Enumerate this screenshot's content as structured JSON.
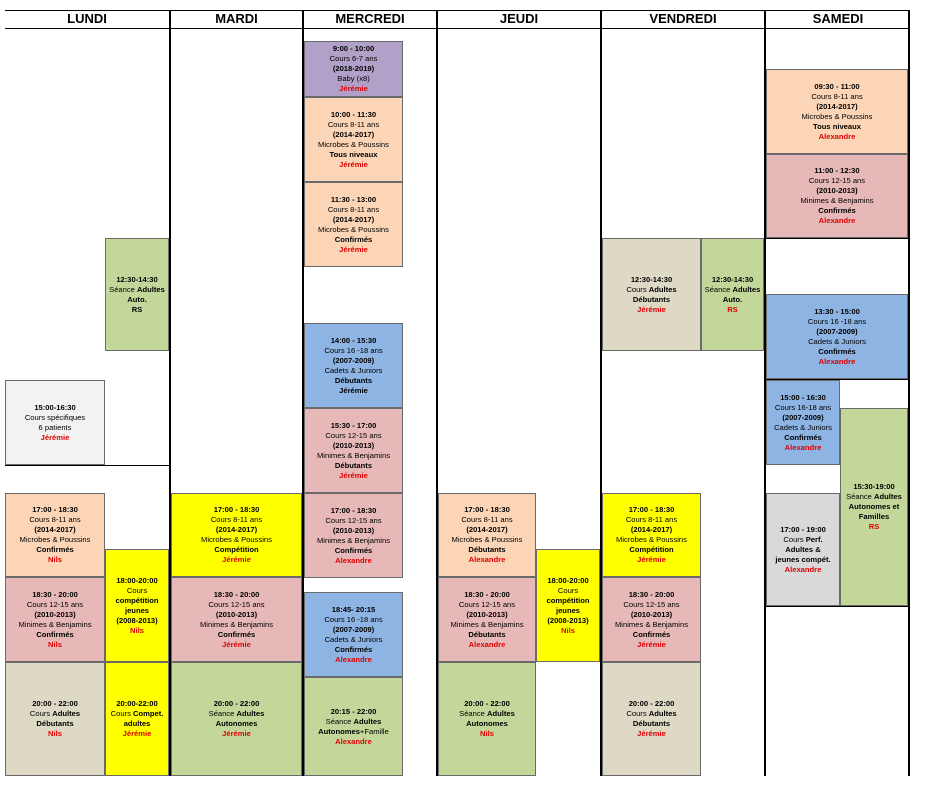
{
  "days": [
    "LUNDI",
    "MARDI",
    "MERCREDI",
    "JEUDI",
    "VENDREDI",
    "SAMEDI"
  ],
  "colors": {
    "orange": "#fbd5b5",
    "pink": "#e6b8b7",
    "purple": "#b1a0c7",
    "blue": "#8db4e2",
    "green": "#c4d79b",
    "beige": "#ddd9c4",
    "yellow": "#ffff00",
    "light": "#f2f2f2",
    "grey": "#d9d9d9",
    "red_text": "#e00000"
  },
  "blocks": [
    {
      "id": "lun-1500",
      "color": "light",
      "lines": [
        [
          {
            "t": "15:00-16:30",
            "s": "b"
          }
        ],
        [
          {
            "t": "Cours spécifiques"
          }
        ],
        [
          {
            "t": "6 patients"
          }
        ],
        [
          {
            "t": "Jérémie",
            "s": "r"
          }
        ]
      ]
    },
    {
      "id": "lun-1700",
      "color": "orange",
      "lines": [
        [
          {
            "t": "17:00 - 18:30",
            "s": "b"
          }
        ],
        [
          {
            "t": "Cours 8-11 ans"
          }
        ],
        [
          {
            "t": "(2014-2017)",
            "s": "b"
          }
        ],
        [
          {
            "t": "Microbes & Poussins"
          }
        ],
        [
          {
            "t": "Confirmés",
            "s": "b"
          }
        ],
        [
          {
            "t": "Nils",
            "s": "r"
          }
        ]
      ]
    },
    {
      "id": "lun-1830",
      "color": "pink",
      "lines": [
        [
          {
            "t": "18:30 - 20:00",
            "s": "b"
          }
        ],
        [
          {
            "t": "Cours 12-15 ans"
          }
        ],
        [
          {
            "t": "(2010-2013)",
            "s": "b"
          }
        ],
        [
          {
            "t": "Minimes & Benjamins"
          }
        ],
        [
          {
            "t": "Confirmés",
            "s": "b"
          }
        ],
        [
          {
            "t": "Nils",
            "s": "r"
          }
        ]
      ]
    },
    {
      "id": "lun-2000",
      "color": "beige",
      "lines": [
        [
          {
            "t": "20:00 - 22:00",
            "s": "b"
          }
        ],
        [
          {
            "t": "Cours "
          },
          {
            "t": "Adultes",
            "s": "b"
          }
        ],
        [
          {
            "t": "Débutants",
            "s": "b"
          }
        ],
        [
          {
            "t": "Nils",
            "s": "r"
          }
        ]
      ]
    },
    {
      "id": "lun-1230",
      "color": "green",
      "lines": [
        [
          {
            "t": "12:30-14:30",
            "s": "b"
          }
        ],
        [
          {
            "t": "Séance "
          },
          {
            "t": "Adultes",
            "s": "b"
          }
        ],
        [
          {
            "t": "Auto.",
            "s": "b"
          }
        ],
        [
          {
            "t": "RS",
            "s": "b"
          }
        ]
      ]
    },
    {
      "id": "lun-1800",
      "color": "yellow",
      "lines": [
        [
          {
            "t": "18:00-20:00",
            "s": "b"
          }
        ],
        [
          {
            "t": "Cours "
          },
          {
            "t": "compétition",
            "s": "b"
          }
        ],
        [
          {
            "t": "jeunes",
            "s": "b"
          }
        ],
        [
          {
            "t": "(2008-2013)",
            "s": "b"
          }
        ],
        [
          {
            "t": "Nils",
            "s": "r"
          }
        ]
      ]
    },
    {
      "id": "lun-2000b",
      "color": "yellow",
      "lines": [
        [
          {
            "t": "20:00-22:00",
            "s": "b"
          }
        ],
        [
          {
            "t": "Cours "
          },
          {
            "t": "Compet.",
            "s": "b"
          }
        ],
        [
          {
            "t": "adultes",
            "s": "b"
          }
        ],
        [
          {
            "t": "Jérémie",
            "s": "r"
          }
        ]
      ]
    },
    {
      "id": "mar-1700",
      "color": "yellow",
      "lines": [
        [
          {
            "t": "17:00 - 18:30",
            "s": "b"
          }
        ],
        [
          {
            "t": "Cours 8-11 ans"
          }
        ],
        [
          {
            "t": "(2014-2017)",
            "s": "b"
          }
        ],
        [
          {
            "t": "Microbes & Poussins"
          }
        ],
        [
          {
            "t": "Compétition",
            "s": "b"
          }
        ],
        [
          {
            "t": "Jérémie",
            "s": "r"
          }
        ]
      ]
    },
    {
      "id": "mar-1830",
      "color": "pink",
      "lines": [
        [
          {
            "t": "18:30 - 20:00",
            "s": "b"
          }
        ],
        [
          {
            "t": "Cours 12-15 ans"
          }
        ],
        [
          {
            "t": "(2010-2013)",
            "s": "b"
          }
        ],
        [
          {
            "t": "Minimes & Benjamins"
          }
        ],
        [
          {
            "t": "Confirmés",
            "s": "b"
          }
        ],
        [
          {
            "t": "Jérémie",
            "s": "r"
          }
        ]
      ]
    },
    {
      "id": "mar-2000",
      "color": "green",
      "lines": [
        [
          {
            "t": "20:00 - 22:00",
            "s": "b"
          }
        ],
        [
          {
            "t": "Séance "
          },
          {
            "t": "Adultes",
            "s": "b"
          }
        ],
        [
          {
            "t": "Autonomes",
            "s": "b"
          }
        ],
        [
          {
            "t": "Jérémie",
            "s": "r"
          }
        ]
      ]
    },
    {
      "id": "mer-0900",
      "color": "purple",
      "lines": [
        [
          {
            "t": "9:00 - 10:00",
            "s": "b"
          }
        ],
        [
          {
            "t": "Cours 6-7 ans"
          }
        ],
        [
          {
            "t": "(2018-2019)",
            "s": "b"
          }
        ],
        [
          {
            "t": "Baby (x8)"
          }
        ],
        [
          {
            "t": "Jérémie",
            "s": "r"
          }
        ]
      ]
    },
    {
      "id": "mer-1000",
      "color": "orange",
      "lines": [
        [
          {
            "t": "10:00 - 11:30",
            "s": "b"
          }
        ],
        [
          {
            "t": "Cours 8-11 ans"
          }
        ],
        [
          {
            "t": "(2014-2017)",
            "s": "b"
          }
        ],
        [
          {
            "t": "Microbes & Poussins"
          }
        ],
        [
          {
            "t": "Tous niveaux",
            "s": "b"
          }
        ],
        [
          {
            "t": "Jérémie",
            "s": "r"
          }
        ]
      ]
    },
    {
      "id": "mer-1130",
      "color": "orange",
      "lines": [
        [
          {
            "t": "11:30 - 13:00",
            "s": "b"
          }
        ],
        [
          {
            "t": "Cours 8-11 ans"
          }
        ],
        [
          {
            "t": "(2014-2017)",
            "s": "b"
          }
        ],
        [
          {
            "t": "Microbes & Poussins"
          }
        ],
        [
          {
            "t": "Confirmés",
            "s": "b"
          }
        ],
        [
          {
            "t": "Jérémie",
            "s": "r"
          }
        ]
      ]
    },
    {
      "id": "mer-1400",
      "color": "blue",
      "lines": [
        [
          {
            "t": "14:00 - 15:30",
            "s": "b"
          }
        ],
        [
          {
            "t": "Cours 16 -18 ans"
          }
        ],
        [
          {
            "t": "(2007-2009)",
            "s": "b"
          }
        ],
        [
          {
            "t": "Cadets & Juniors"
          }
        ],
        [
          {
            "t": "Débutants",
            "s": "b"
          }
        ],
        [
          {
            "t": "Jérémie",
            "s": "b"
          }
        ]
      ]
    },
    {
      "id": "mer-1530",
      "color": "pink",
      "lines": [
        [
          {
            "t": "15:30 - 17:00",
            "s": "b"
          }
        ],
        [
          {
            "t": "Cours 12-15 ans"
          }
        ],
        [
          {
            "t": "(2010-2013)",
            "s": "b"
          }
        ],
        [
          {
            "t": "Minimes & Benjamins"
          }
        ],
        [
          {
            "t": "Débutants",
            "s": "b"
          }
        ],
        [
          {
            "t": "Jérémie",
            "s": "r"
          }
        ]
      ]
    },
    {
      "id": "mer-1700",
      "color": "pink",
      "lines": [
        [
          {
            "t": "17:00 - 18:30",
            "s": "b"
          }
        ],
        [
          {
            "t": "Cours 12-15 ans"
          }
        ],
        [
          {
            "t": "(2010-2013)",
            "s": "b"
          }
        ],
        [
          {
            "t": "Minimes & Benjamins"
          }
        ],
        [
          {
            "t": "Confirmés",
            "s": "b"
          }
        ],
        [
          {
            "t": "Alexandre",
            "s": "r"
          }
        ]
      ]
    },
    {
      "id": "mer-1845",
      "color": "blue",
      "lines": [
        [
          {
            "t": "18:45- 20:15",
            "s": "b"
          }
        ],
        [
          {
            "t": "Cours 16 -18 ans"
          }
        ],
        [
          {
            "t": "(2007-2009)",
            "s": "b"
          }
        ],
        [
          {
            "t": "Cadets & Juniors"
          }
        ],
        [
          {
            "t": "Confirmés",
            "s": "b"
          }
        ],
        [
          {
            "t": "Alexandre",
            "s": "r"
          }
        ]
      ]
    },
    {
      "id": "mer-2015",
      "color": "green",
      "lines": [
        [
          {
            "t": "20:15 - 22:00",
            "s": "b"
          }
        ],
        [
          {
            "t": "Séance "
          },
          {
            "t": "Adultes",
            "s": "b"
          }
        ],
        [
          {
            "t": "Autonomes",
            "s": "b"
          },
          {
            "t": "+Famille"
          }
        ],
        [
          {
            "t": "Alexandre",
            "s": "r"
          }
        ]
      ]
    },
    {
      "id": "jeu-1700",
      "color": "orange",
      "lines": [
        [
          {
            "t": "17:00 - 18:30",
            "s": "b"
          }
        ],
        [
          {
            "t": "Cours 8-11 ans"
          }
        ],
        [
          {
            "t": "(2014-2017)",
            "s": "b"
          }
        ],
        [
          {
            "t": "Microbes & Poussins"
          }
        ],
        [
          {
            "t": "Débutants",
            "s": "b"
          }
        ],
        [
          {
            "t": "Alexandre",
            "s": "r"
          }
        ]
      ]
    },
    {
      "id": "jeu-1830",
      "color": "pink",
      "lines": [
        [
          {
            "t": "18:30 - 20:00",
            "s": "b"
          }
        ],
        [
          {
            "t": "Cours 12-15 ans"
          }
        ],
        [
          {
            "t": "(2010-2013)",
            "s": "b"
          }
        ],
        [
          {
            "t": "Minimes & Benjamins"
          }
        ],
        [
          {
            "t": "Débutants",
            "s": "b"
          }
        ],
        [
          {
            "t": "Alexandre",
            "s": "r"
          }
        ]
      ]
    },
    {
      "id": "jeu-2000",
      "color": "green",
      "lines": [
        [
          {
            "t": "20:00 - 22:00",
            "s": "b"
          }
        ],
        [
          {
            "t": "Séance "
          },
          {
            "t": "Adultes",
            "s": "b"
          }
        ],
        [
          {
            "t": "Autonomes",
            "s": "b"
          }
        ],
        [
          {
            "t": "Nils",
            "s": "r"
          }
        ]
      ]
    },
    {
      "id": "jeu-1800",
      "color": "yellow",
      "lines": [
        [
          {
            "t": "18:00-20:00",
            "s": "b"
          }
        ],
        [
          {
            "t": "Cours "
          },
          {
            "t": "compétition",
            "s": "b"
          }
        ],
        [
          {
            "t": "jeunes",
            "s": "b"
          }
        ],
        [
          {
            "t": "(2008-2013)",
            "s": "b"
          }
        ],
        [
          {
            "t": "Nils",
            "s": "r"
          }
        ]
      ]
    },
    {
      "id": "ven-1230",
      "color": "beige",
      "lines": [
        [
          {
            "t": "12:30-14:30",
            "s": "b"
          }
        ],
        [
          {
            "t": "Cours "
          },
          {
            "t": "Adultes",
            "s": "b"
          }
        ],
        [
          {
            "t": "Débutants",
            "s": "b"
          }
        ],
        [
          {
            "t": "Jérémie",
            "s": "r"
          }
        ]
      ]
    },
    {
      "id": "ven-1230b",
      "color": "green",
      "lines": [
        [
          {
            "t": "12:30-14:30",
            "s": "b"
          }
        ],
        [
          {
            "t": "Séance "
          },
          {
            "t": "Adultes",
            "s": "b"
          }
        ],
        [
          {
            "t": "Auto.",
            "s": "b"
          }
        ],
        [
          {
            "t": "RS",
            "s": "r"
          }
        ]
      ]
    },
    {
      "id": "ven-1700",
      "color": "yellow",
      "lines": [
        [
          {
            "t": "17:00 - 18:30",
            "s": "b"
          }
        ],
        [
          {
            "t": "Cours 8-11 ans"
          }
        ],
        [
          {
            "t": "(2014-2017)",
            "s": "b"
          }
        ],
        [
          {
            "t": "Microbes & Poussins"
          }
        ],
        [
          {
            "t": "Compétition",
            "s": "b"
          }
        ],
        [
          {
            "t": "Jérémie",
            "s": "r"
          }
        ]
      ]
    },
    {
      "id": "ven-1830",
      "color": "pink",
      "lines": [
        [
          {
            "t": "18:30 - 20:00",
            "s": "b"
          }
        ],
        [
          {
            "t": "Cours 12-15 ans"
          }
        ],
        [
          {
            "t": "(2010-2013)",
            "s": "b"
          }
        ],
        [
          {
            "t": "Minimes & Benjamins"
          }
        ],
        [
          {
            "t": "Confirmés",
            "s": "b"
          }
        ],
        [
          {
            "t": "Jérémie",
            "s": "r"
          }
        ]
      ]
    },
    {
      "id": "ven-2000",
      "color": "beige",
      "lines": [
        [
          {
            "t": "20:00 - 22:00",
            "s": "b"
          }
        ],
        [
          {
            "t": "Cours "
          },
          {
            "t": "Adultes",
            "s": "b"
          }
        ],
        [
          {
            "t": "Débutants",
            "s": "b"
          }
        ],
        [
          {
            "t": "Jérémie",
            "s": "r"
          }
        ]
      ]
    },
    {
      "id": "sam-0930",
      "color": "orange",
      "lines": [
        [
          {
            "t": "09:30 - 11:00",
            "s": "b"
          }
        ],
        [
          {
            "t": "Cours 8-11 ans"
          }
        ],
        [
          {
            "t": "(2014-2017)",
            "s": "b"
          }
        ],
        [
          {
            "t": "Microbes & Poussins"
          }
        ],
        [
          {
            "t": "Tous niveaux",
            "s": "b"
          }
        ],
        [
          {
            "t": "Alexandre",
            "s": "r"
          }
        ]
      ]
    },
    {
      "id": "sam-1100",
      "color": "pink",
      "lines": [
        [
          {
            "t": "11:00 - 12:30",
            "s": "b"
          }
        ],
        [
          {
            "t": "Cours 12-15 ans"
          }
        ],
        [
          {
            "t": "(2010-2013)",
            "s": "b"
          }
        ],
        [
          {
            "t": "Minimes & Benjamins"
          }
        ],
        [
          {
            "t": "Confirmés",
            "s": "b"
          }
        ],
        [
          {
            "t": "Alexandre",
            "s": "r"
          }
        ]
      ]
    },
    {
      "id": "sam-1330",
      "color": "blue",
      "lines": [
        [
          {
            "t": "13:30 - 15:00",
            "s": "b"
          }
        ],
        [
          {
            "t": "Cours 16 -18 ans"
          }
        ],
        [
          {
            "t": "(2007-2009)",
            "s": "b"
          }
        ],
        [
          {
            "t": "Cadets & Juniors"
          }
        ],
        [
          {
            "t": "Confirmés",
            "s": "b"
          }
        ],
        [
          {
            "t": "Alexandre",
            "s": "r"
          }
        ]
      ]
    },
    {
      "id": "sam-1500",
      "color": "blue",
      "lines": [
        [
          {
            "t": "15:00 - 16:30",
            "s": "b"
          }
        ],
        [
          {
            "t": "Cours 16-18 ans"
          }
        ],
        [
          {
            "t": "(2007-2009)",
            "s": "b"
          }
        ],
        [
          {
            "t": "Cadets & Juniors"
          }
        ],
        [
          {
            "t": "Confirmés",
            "s": "b"
          }
        ],
        [
          {
            "t": "Alexandre",
            "s": "r"
          }
        ]
      ]
    },
    {
      "id": "sam-1700",
      "color": "grey",
      "lines": [
        [
          {
            "t": "17:00 - 19:00",
            "s": "b"
          }
        ],
        [
          {
            "t": "Cours "
          },
          {
            "t": "Perf. Adultes &",
            "s": "b"
          }
        ],
        [
          {
            "t": "jeunes compét.",
            "s": "b"
          }
        ],
        [
          {
            "t": "Alexandre",
            "s": "r"
          }
        ]
      ]
    },
    {
      "id": "sam-1530",
      "color": "green",
      "lines": [
        [
          {
            "t": "15:30-19:00",
            "s": "b"
          }
        ],
        [
          {
            "t": "Séance "
          },
          {
            "t": "Adultes",
            "s": "b"
          }
        ],
        [
          {
            "t": "Autonomes et",
            "s": "b"
          }
        ],
        [
          {
            "t": "Familles",
            "s": "b"
          }
        ],
        [
          {
            "t": "RS",
            "s": "r"
          }
        ]
      ]
    }
  ]
}
